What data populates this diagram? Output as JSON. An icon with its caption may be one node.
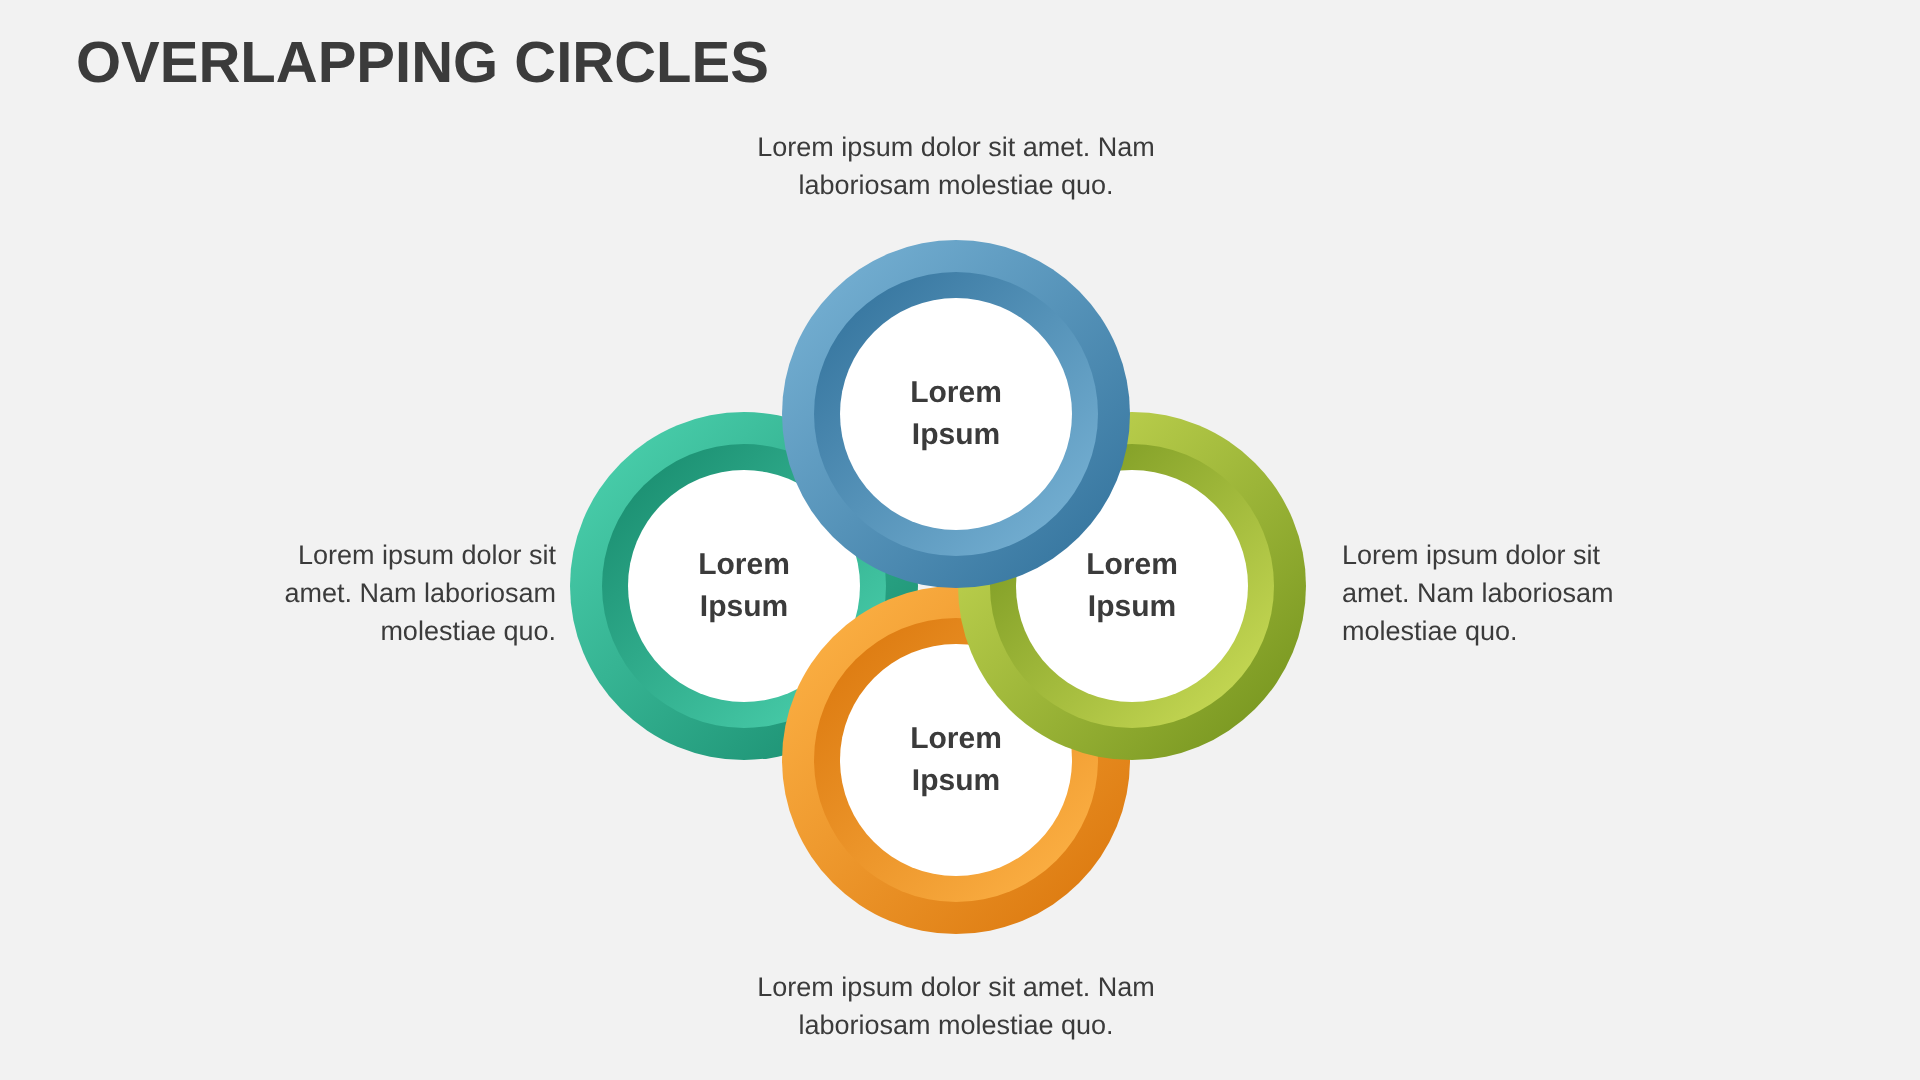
{
  "diagram": {
    "title": "OVERLAPPING CIRCLES",
    "nodes": [
      {
        "text": [
          "Lorem Ipsum"
        ],
        "beside": [
          "Lorem ipsum dolor sit amet. Nam laboriosam molestiae quo."
        ]
      },
      {
        "text": [
          "Lorem Ipsum"
        ],
        "beside": [
          "Lorem ipsum dolor sit amet. Nam laboriosam molestiae quo."
        ]
      },
      {
        "text": [
          "Lorem Ipsum"
        ],
        "beside": [
          "Lorem ipsum dolor sit amet. Nam laboriosam molestiae quo."
        ]
      },
      {
        "text": [
          "Lorem Ipsum"
        ],
        "beside": [
          "Lorem ipsum dolor sit amet. Nam laboriosam molestiae quo."
        ]
      }
    ],
    "edges": []
  }
}
